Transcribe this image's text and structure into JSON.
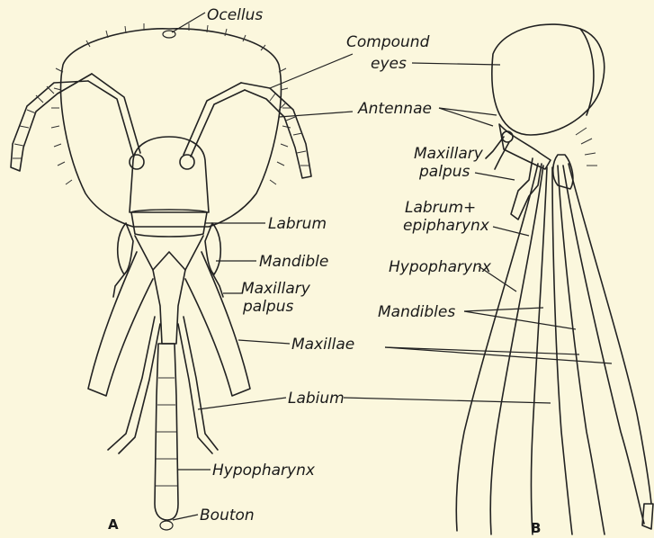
{
  "figure_a": {
    "panel_letter": "A",
    "labels": {
      "ocellus": "Ocellus",
      "labrum": "Labrum",
      "mandible": "Mandible",
      "maxillary_palpus_line1": "Maxillary",
      "maxillary_palpus_line2": "palpus",
      "maxillae": "Maxillae",
      "labium": "Labium",
      "hypopharynx": "Hypopharynx",
      "bouton": "Bouton"
    }
  },
  "figure_b": {
    "panel_letter": "B",
    "labels": {
      "compound_eyes_line1": "Compound",
      "compound_eyes_line2": "eyes",
      "antennae": "Antennae",
      "maxillary_palpus_line1": "Maxillary",
      "maxillary_palpus_line2": "palpus",
      "labrum_line1": "Labrum+",
      "labrum_line2": "epipharynx",
      "hypopharynx": "Hypopharynx",
      "mandibles": "Mandibles"
    }
  }
}
